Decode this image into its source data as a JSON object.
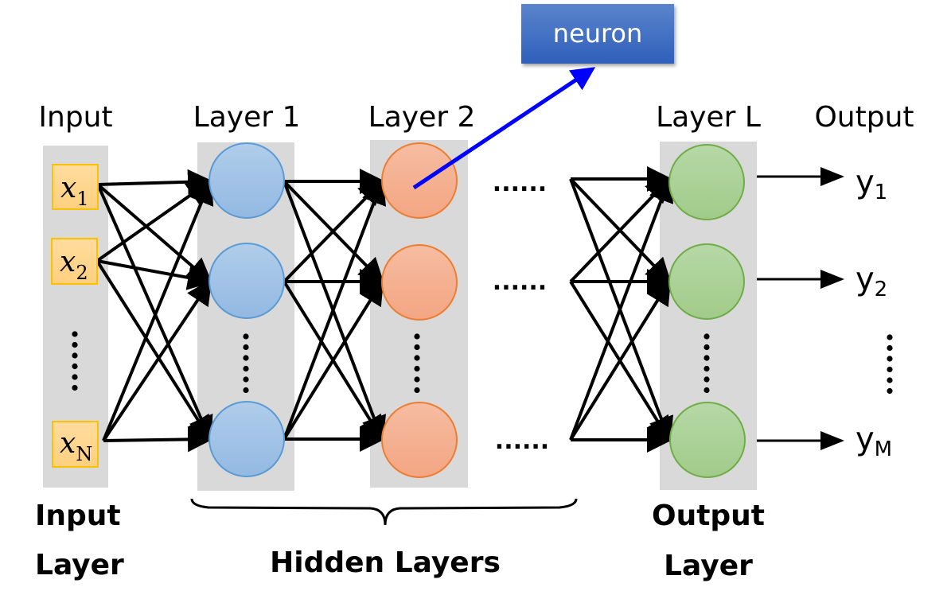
{
  "diagram": {
    "title_labels": {
      "input": "Input",
      "layer1": "Layer 1",
      "layer2": "Layer 2",
      "layerL": "Layer L",
      "output": "Output"
    },
    "inputs": [
      {
        "var": "x",
        "sub": "1"
      },
      {
        "var": "x",
        "sub": "2"
      },
      {
        "var": "x",
        "sub": "N"
      }
    ],
    "outputs": [
      {
        "var": "y",
        "sub": "1"
      },
      {
        "var": "y",
        "sub": "2"
      },
      {
        "var": "y",
        "sub": "M"
      }
    ],
    "ellipsis_row": "......",
    "callout": {
      "label": "neuron"
    },
    "bottom_labels": {
      "input_layer_line1": "Input",
      "input_layer_line2": "Layer",
      "hidden_layers": "Hidden Layers",
      "output_layer_line1": "Output",
      "output_layer_line2": "Layer"
    },
    "colors": {
      "column_bg": "#d9d9d9",
      "input_box_fill": "#ffd88f",
      "input_box_stroke": "#ffc000",
      "layer1_fill": "#9dc3e6",
      "layer1_stroke": "#5b9bd5",
      "layer2_fill": "#f4b183",
      "layer2_stroke": "#ed7d31",
      "layerL_fill": "#a9d18e",
      "layerL_stroke": "#70ad47",
      "callout_fill": "#4472c4",
      "callout_line": "#0000ff"
    }
  }
}
